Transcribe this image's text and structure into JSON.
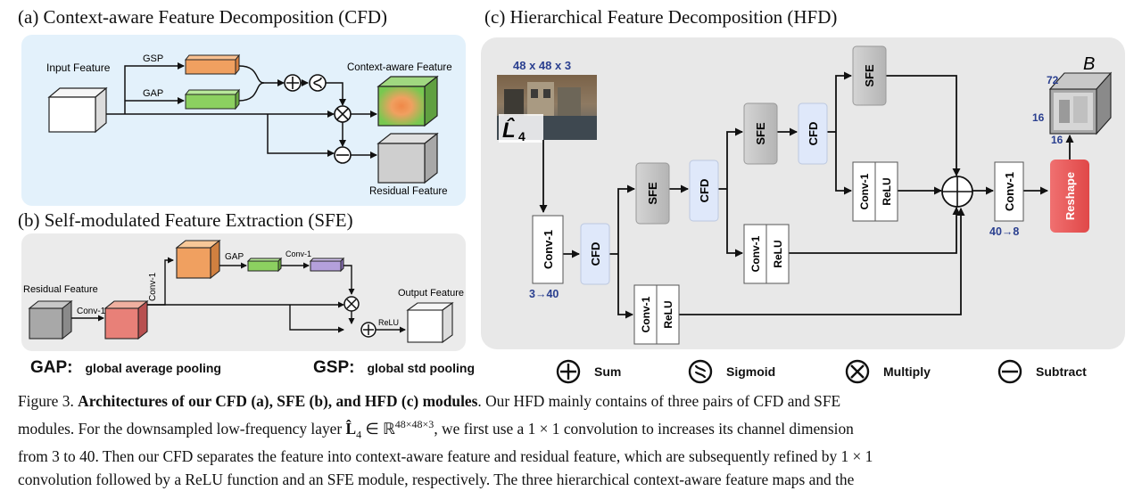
{
  "panels": {
    "a": {
      "title": "(a) Context-aware Feature Decomposition (CFD)",
      "input_label": "Input Feature",
      "gsp_label": "GSP",
      "gap_label": "GAP",
      "context_label": "Context-aware Feature",
      "residual_label": "Residual Feature"
    },
    "b": {
      "title": "(b) Self-modulated Feature Extraction (SFE)",
      "residual_label": "Residual Feature",
      "conv1_label": "Conv-1",
      "conv1_vert_label": "Conv-1",
      "gap_label": "GAP",
      "conv1_small_label": "Conv-1",
      "relu_label": "ReLU",
      "output_label": "Output Feature"
    },
    "c": {
      "title": "(c) Hierarchical Feature Decomposition (HFD)",
      "input_size": "48 x 48 x 3",
      "input_symbol": "L̂",
      "input_symbol_sub": "4",
      "conv1_label": "Conv-1",
      "conv1_dim": "3→40",
      "cfd_label": "CFD",
      "sfe_label": "SFE",
      "relu_label": "ReLU",
      "out_conv_label": "Conv-1",
      "out_conv_dim": "40→8",
      "reshape_label": "Reshape",
      "output_symbol": "B",
      "dim_72": "72",
      "dim_16a": "16",
      "dim_16b": "16"
    }
  },
  "legend": [
    {
      "term": "GAP:",
      "desc": "global average pooling"
    },
    {
      "term": "GSP:",
      "desc": "global std pooling"
    },
    {
      "icon": "sum-icon",
      "desc": "Sum"
    },
    {
      "icon": "sigmoid-icon",
      "desc": "Sigmoid"
    },
    {
      "icon": "multiply-icon",
      "desc": "Multiply"
    },
    {
      "icon": "subtract-icon",
      "desc": "Subtract"
    }
  ],
  "caption": {
    "label": "Figure 3.",
    "bold": "Architectures of our CFD (a), SFE (b), and HFD (c) modules",
    "line1_rest": ". Our HFD mainly contains of three pairs of CFD and SFE",
    "line2a": "modules. For the downsampled low-frequency layer ",
    "line2_math": "L̂",
    "line2_math_sub": "4",
    "line2_in": " ∈ ℝ",
    "line2_sup": "48×48×3",
    "line2b": ", we first use a 1 × 1 convolution to increases its channel dimension",
    "line3": "from 3 to 40. Then our CFD separates the feature into context-aware feature and residual feature, which are subsequently refined by 1 × 1",
    "line4": "convolution followed by a ReLU function and an SFE module, respectively. The three hierarchical context-aware feature maps and the"
  },
  "colors": {
    "panel_a_bg": "#e3f1fb",
    "panel_b_bg": "#ebebeb",
    "panel_c_bg": "#e8e8e8",
    "orange": "#f0a060",
    "green": "#8cd060",
    "purple": "#b4a0dc",
    "sfe_gray": "#c8c8c8",
    "cfd_blue": "#dfe8fa",
    "reshape_red": "#ea5858",
    "dim_blue": "#2a3f8f"
  }
}
